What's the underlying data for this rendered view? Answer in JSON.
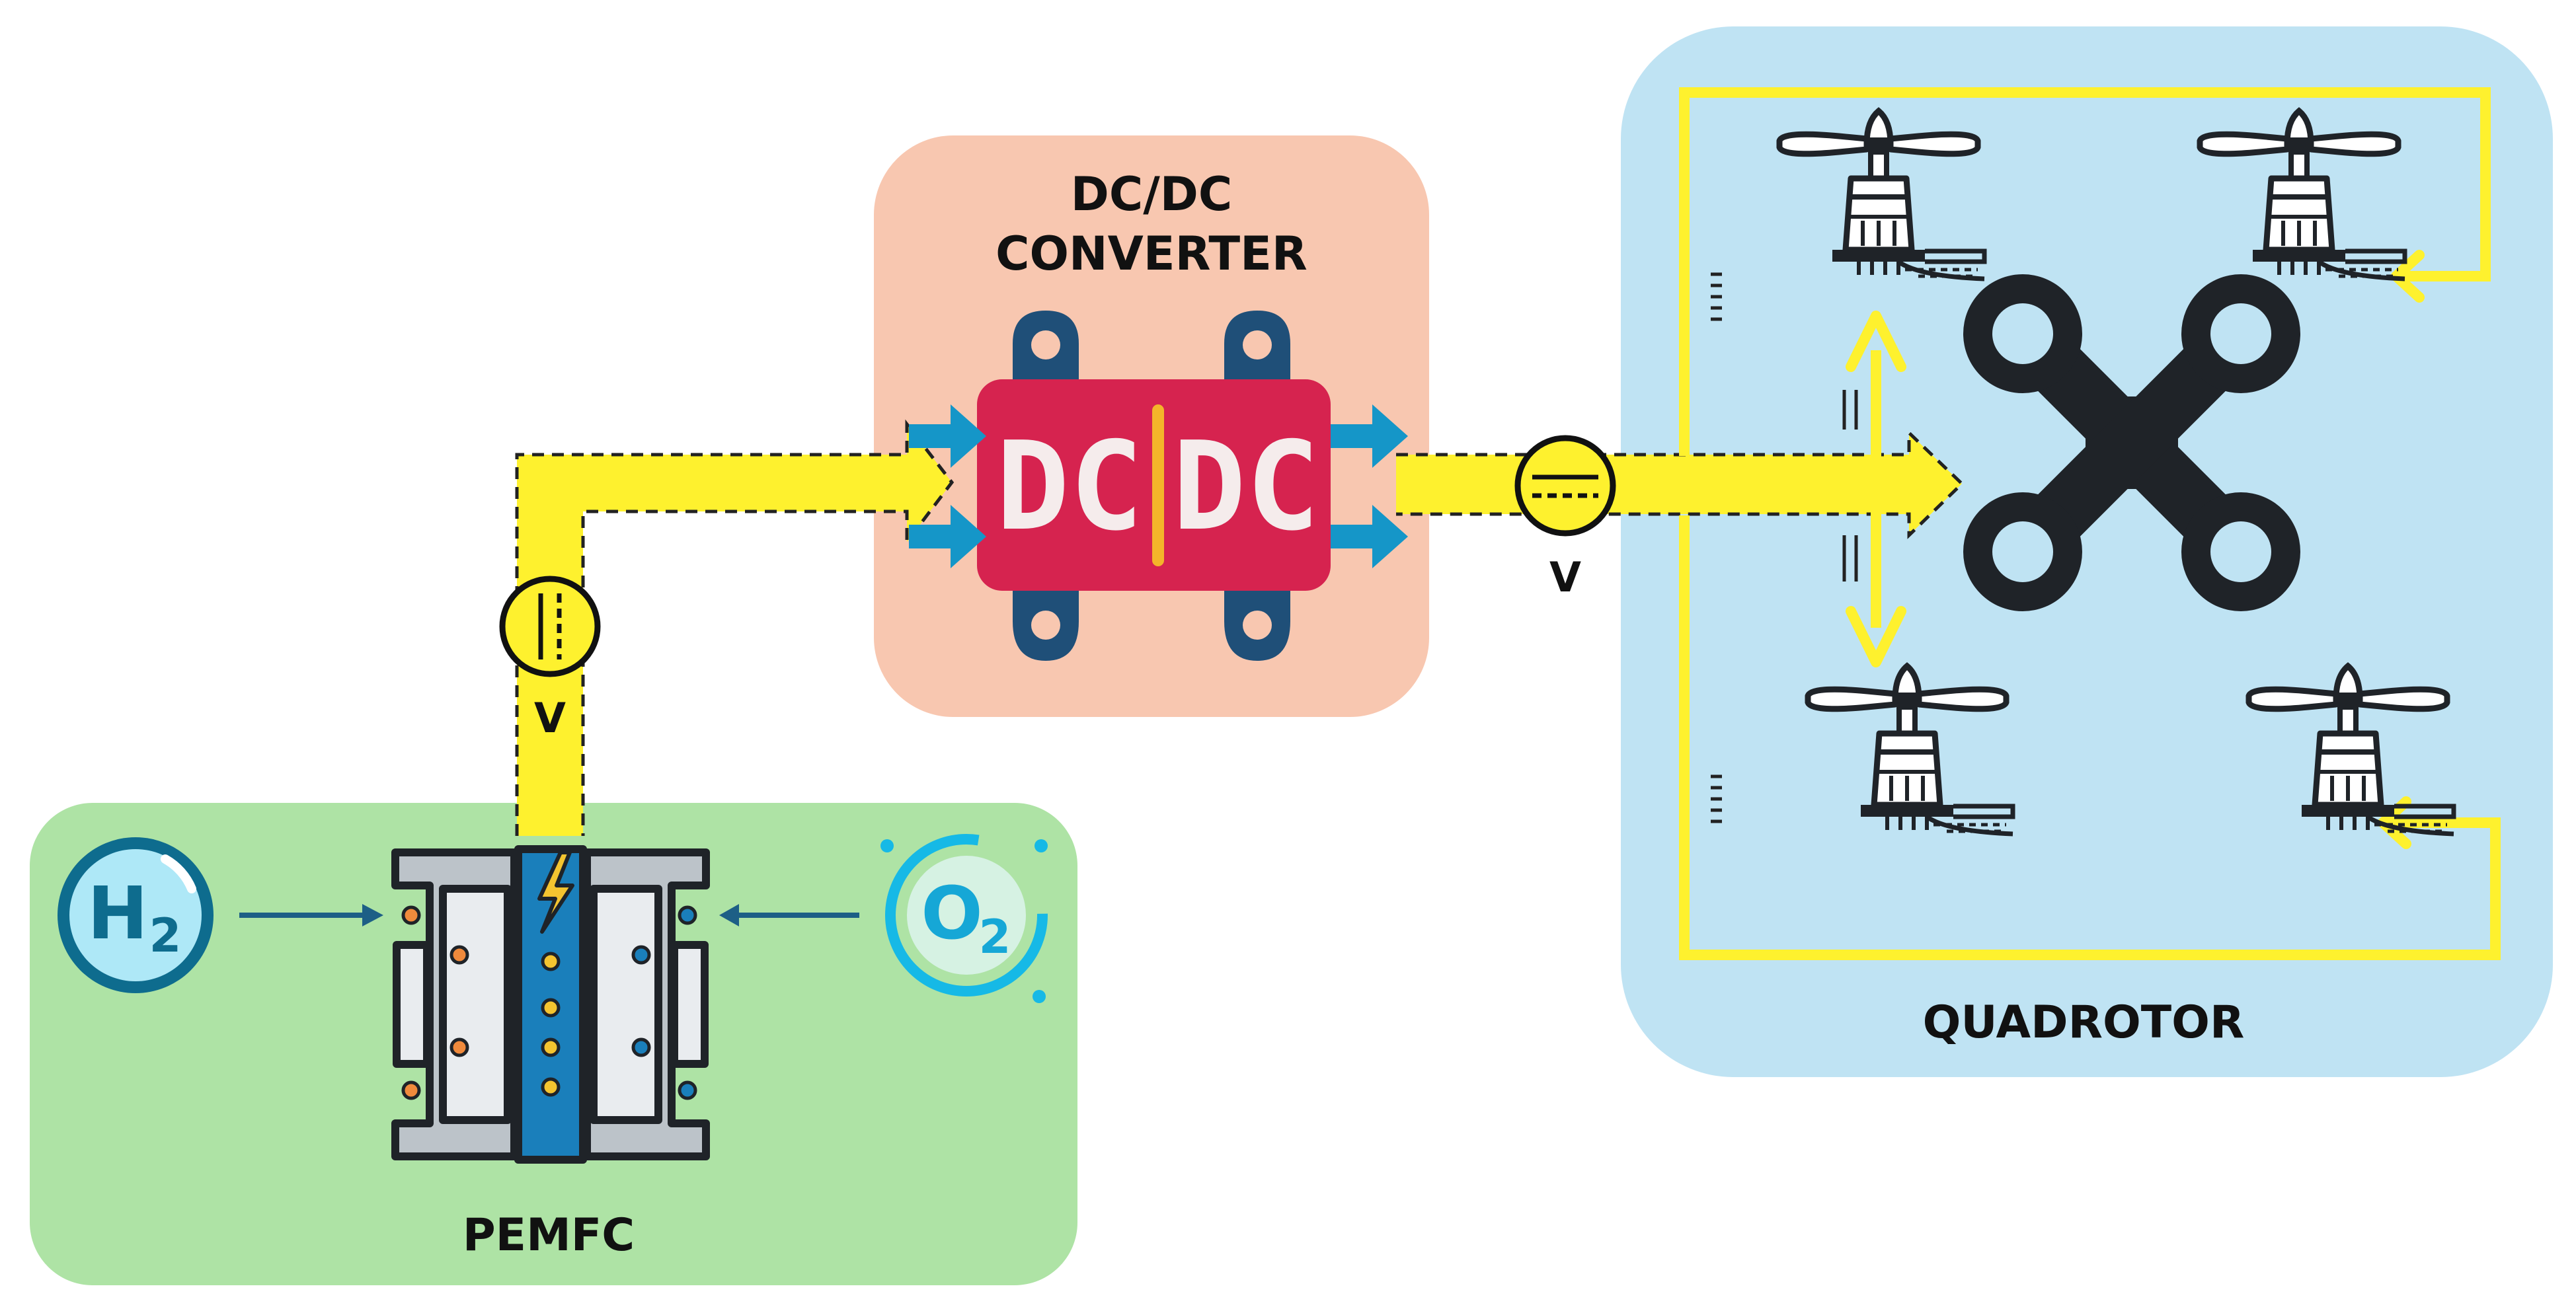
{
  "blocks": {
    "pemfc": {
      "label": "PEMFC",
      "color": "#aee3a5"
    },
    "converter": {
      "line1": "DC/DC",
      "line2": "CONVERTER",
      "color": "#f8c7b0"
    },
    "quadrotor": {
      "label": "QUADROTOR",
      "color": "#bfe3f3"
    }
  },
  "chip": {
    "left_text": "DC",
    "right_text": "DC",
    "body_color": "#d6234f",
    "divider_color": "#f4b42a"
  },
  "gases": {
    "hydrogen": {
      "text": "H",
      "subscript": "2"
    },
    "oxygen": {
      "text": "O",
      "subscript": "2"
    }
  },
  "meters": {
    "pemfc_voltage_label": "V",
    "bus_voltage_label": "V"
  },
  "colors": {
    "power_path": "#fef12e",
    "arrows_blue": "#1596c8",
    "icon_dark": "#1f2328",
    "gas_arrow": "#1d5f86"
  },
  "icons": [
    "hydrogen-icon",
    "oxygen-icon",
    "fuel-cell-stack-icon",
    "dc-dc-chip-icon",
    "drone-icon",
    "motor-propeller-icon",
    "dc-voltage-meter-icon"
  ]
}
